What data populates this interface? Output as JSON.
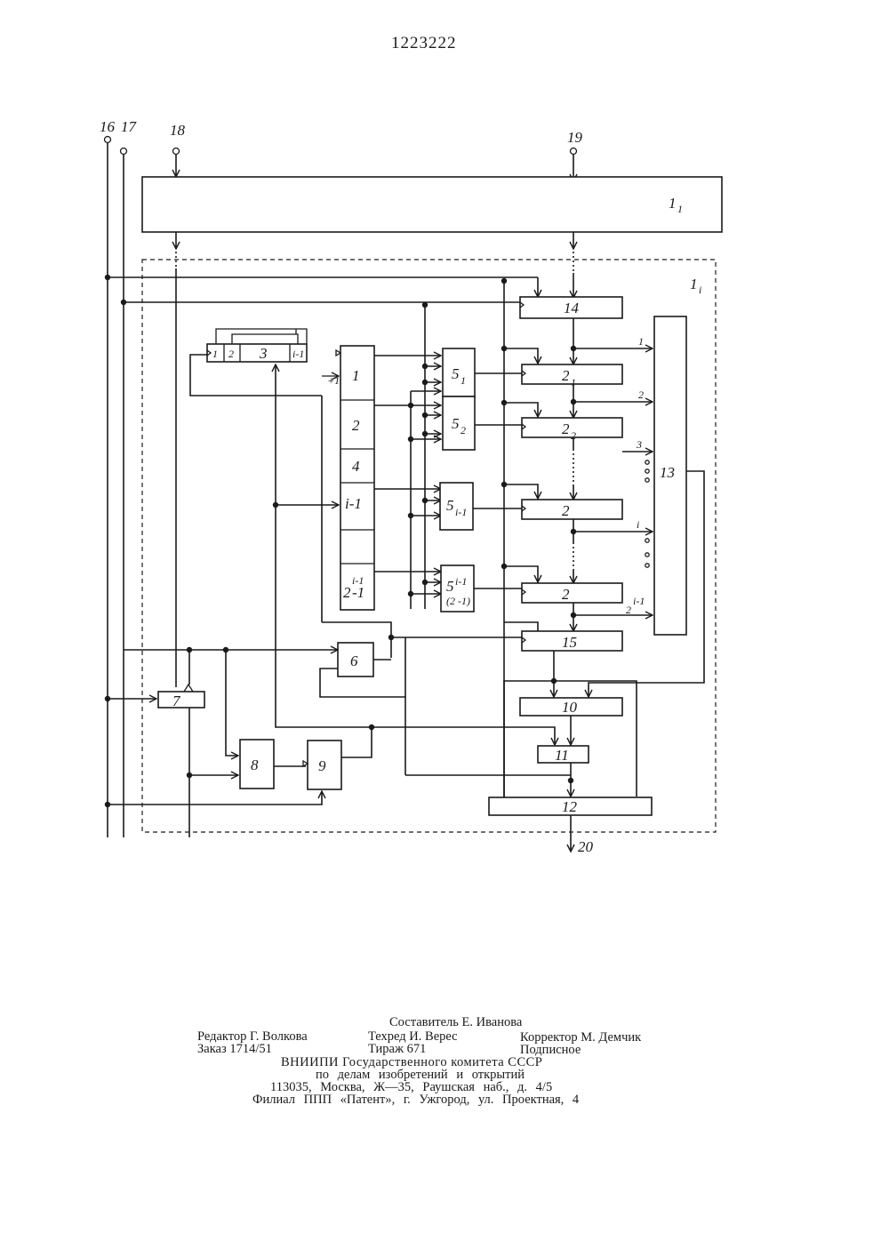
{
  "patent_number": "1223222",
  "diagram": {
    "inputs": {
      "in16": "16",
      "in17": "17",
      "in18": "18",
      "in19": "19"
    },
    "output": "20",
    "outer_block": {
      "label": "1",
      "sub": "1"
    },
    "inner_block": {
      "label": "1",
      "sub": "i"
    },
    "register_cells": [
      "1",
      "2",
      "3",
      "i-1"
    ],
    "counter": {
      "increment": "+1",
      "cells": [
        "1",
        "2",
        "4",
        "i-1",
        "",
        "2"
      ],
      "last_sup": "i-1",
      "last_tail": "-1"
    },
    "gates5": [
      {
        "main": "5",
        "sub": "1"
      },
      {
        "main": "5",
        "sub": "2"
      },
      {
        "main": "5",
        "sub": "i-1"
      },
      {
        "main": "5",
        "sup": "i-1",
        "sub": "(2 -1)"
      }
    ],
    "regs2": [
      {
        "main": "2",
        "sub": "1"
      },
      {
        "main": "2",
        "sub": "2"
      },
      {
        "main": "2",
        "sub": ""
      },
      {
        "main": "2",
        "sub": ""
      }
    ],
    "block13_label": "13",
    "block13_inputs": [
      "1",
      "2",
      "3",
      "i",
      "2"
    ],
    "block13_last_sup": "i-1",
    "block14": "14",
    "block15": "15",
    "block6": "6",
    "block7": "7",
    "block8": "8",
    "block9": "9",
    "block10": "10",
    "block11": "11",
    "block12": "12"
  },
  "colophon": {
    "compiler": "Составитель Е. Иванова",
    "editor": "Редактор Г. Волкова",
    "techred": "Техред И. Верес",
    "corrector": "Корректор М. Демчик",
    "order": "Заказ 1714/51",
    "circulation": "Тираж 671",
    "subscription": "Подписное",
    "org_line1": "ВНИИПИ Государственного комитета СССР",
    "org_line2": "по делам изобретений и открытий",
    "address": "113035, Москва, Ж—35, Раушская наб., д. 4/5",
    "branch": "Филиал ППП «Патент», г. Ужгород, ул. Проектная, 4"
  }
}
